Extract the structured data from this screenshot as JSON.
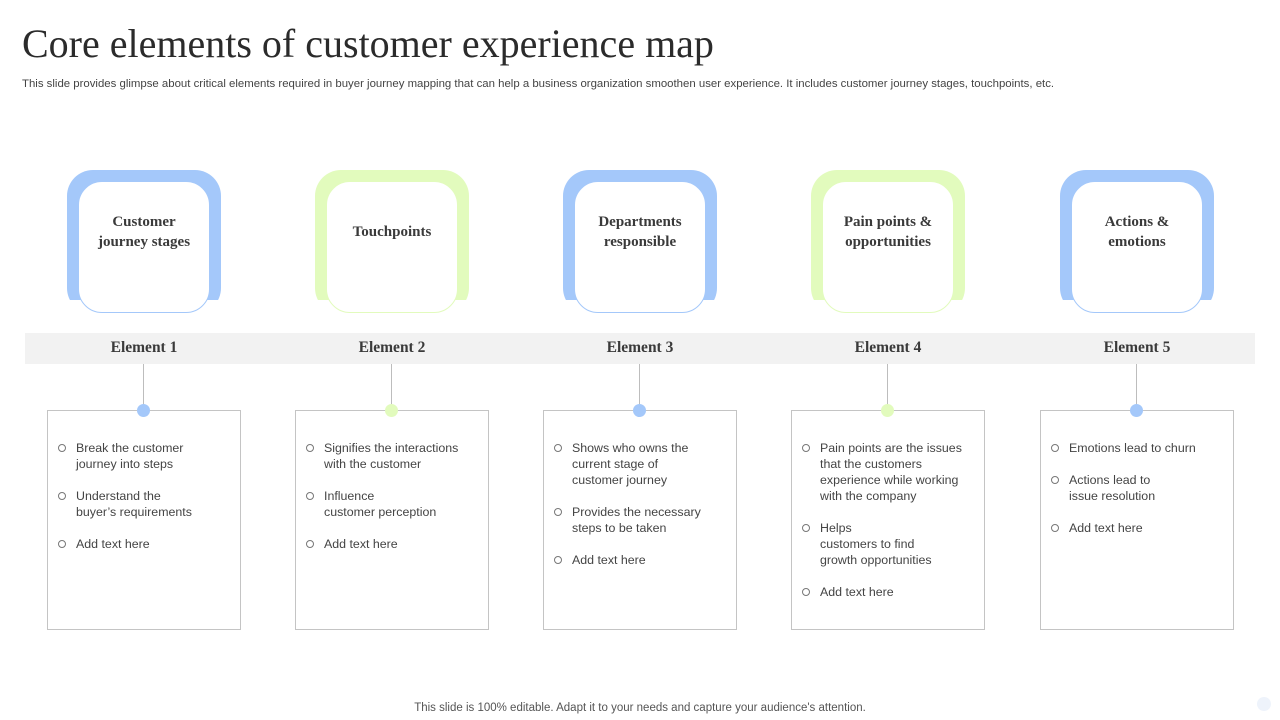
{
  "title": "Core elements of customer experience map",
  "subtitle": "This slide provides glimpse about critical elements required in buyer journey mapping that can help a business organization smoothen user experience. It includes customer journey stages, touchpoints, etc.",
  "colors": {
    "blue": "#a4c8fa",
    "green": "#e2fbbd",
    "band": "#f2f2f2"
  },
  "columns": [
    {
      "heading": "Customer\njourney  stages",
      "element": "Element 1",
      "accent": "blue",
      "bullets": [
        "Break the customer\njourney into steps",
        "Understand  the\nbuyer’s requirements",
        "Add text here"
      ]
    },
    {
      "heading": "Touchpoints",
      "element": "Element 2",
      "accent": "green",
      "bullets": [
        "Signifies the interactions\nwith the customer",
        "Influence\ncustomer perception",
        "Add text here"
      ]
    },
    {
      "heading": "Departments\nresponsible",
      "element": "Element 3",
      "accent": "blue",
      "bullets": [
        "Shows who owns the\ncurrent stage of\ncustomer journey",
        "Provides the necessary\nsteps to be taken",
        "Add text here"
      ]
    },
    {
      "heading": "Pain points  &\nopportunities",
      "element": "Element 4",
      "accent": "green",
      "bullets": [
        "Pain points are the issues\nthat the customers\nexperience while working\nwith the company",
        "Helps\ncustomers to find\ngrowth opportunities",
        "Add text here"
      ]
    },
    {
      "heading": "Actions  &\nemotions",
      "element": "Element 5",
      "accent": "blue",
      "bullets": [
        "Emotions lead to churn",
        "Actions lead to\nissue resolution",
        "Add text here"
      ]
    }
  ],
  "footer": "This slide is 100% editable. Adapt it to your needs and capture your audience's attention."
}
